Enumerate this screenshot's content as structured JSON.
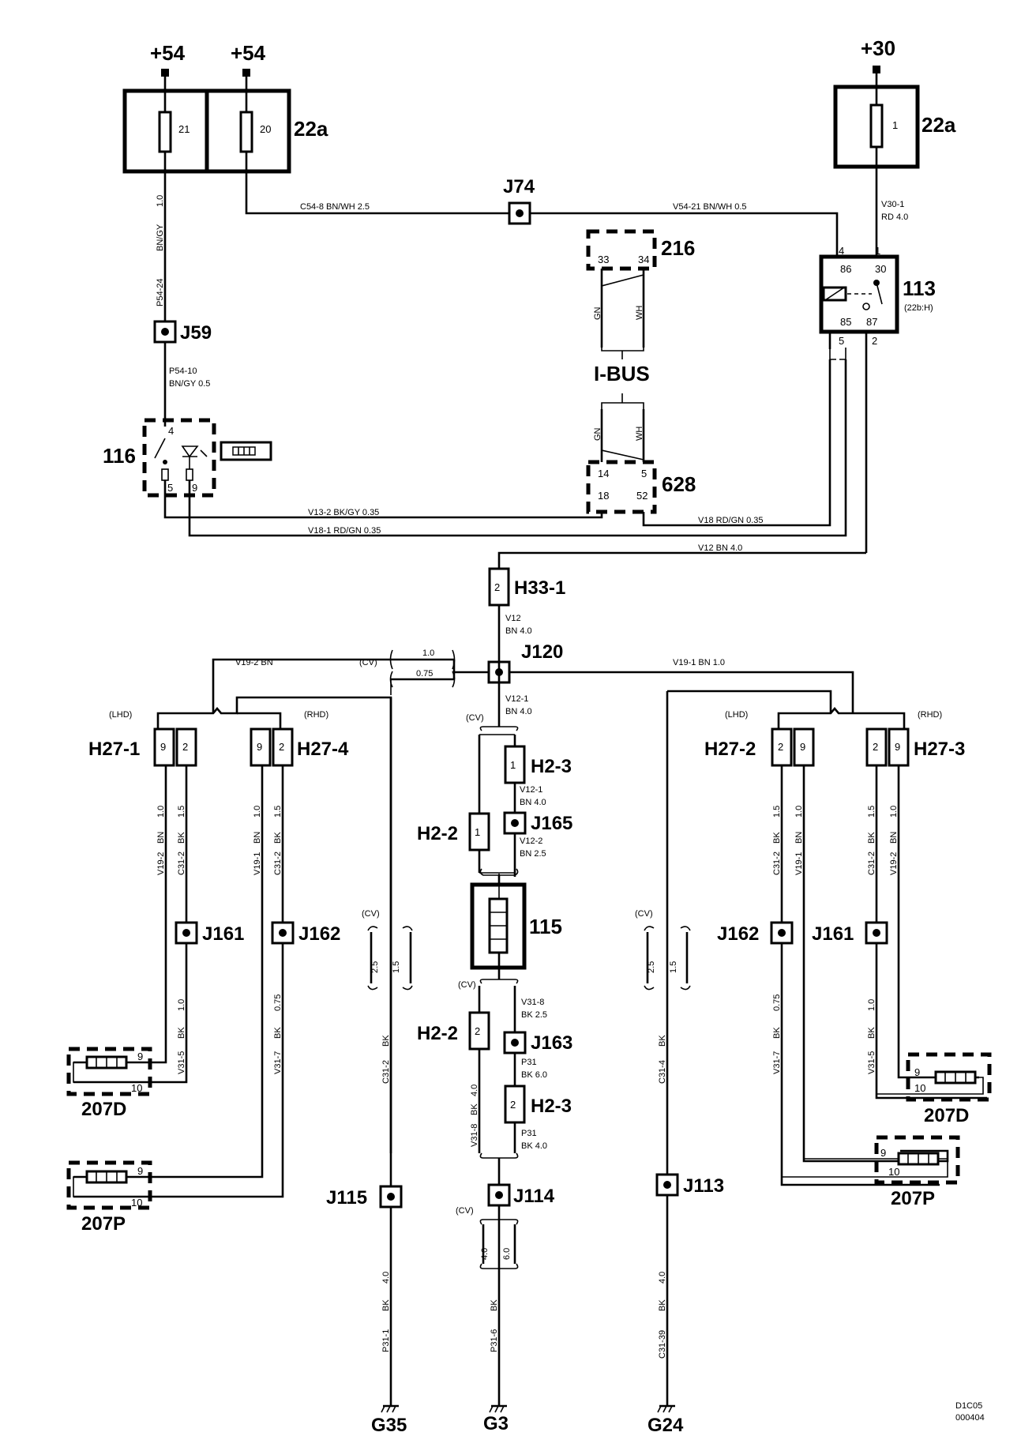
{
  "supplies": {
    "left_a": "+54",
    "left_b": "+54",
    "right": "+30"
  },
  "fuse_boxes": {
    "left": {
      "label": "22a",
      "fuse_a": "21",
      "fuse_b": "20"
    },
    "right": {
      "label": "22a",
      "fuse": "1"
    }
  },
  "junctions": {
    "j74": "J74",
    "j59": "J59",
    "j120": "J120",
    "j165": "J165",
    "j163": "J163",
    "j114": "J114",
    "j115": "J115",
    "j113": "J113",
    "j161_left": "J161",
    "j162_left": "J162",
    "j162_right": "J162",
    "j161_right": "J161"
  },
  "components": {
    "relay": {
      "label": "113",
      "sub": "(22b:H)",
      "p86": "86",
      "p30": "30",
      "p85": "85",
      "p87": "87",
      "t4": "4",
      "t1": "1",
      "t5": "5",
      "t2": "2"
    },
    "ibus_top": {
      "label": "216",
      "p33": "33",
      "p34": "34"
    },
    "ibus_bot": {
      "label": "628",
      "p14": "14",
      "p5": "5",
      "p18": "18",
      "p52": "52"
    },
    "ibus_label": "I-BUS",
    "sw116": {
      "label": "116",
      "p4": "4",
      "p5": "5",
      "p9": "9"
    },
    "heater115": "115",
    "h33": {
      "label": "H33-1",
      "pin": "2"
    },
    "h2_3a": {
      "label": "H2-3",
      "pin": "1"
    },
    "h2_2a": {
      "label": "H2-2",
      "pin": "1"
    },
    "h2_2b": {
      "label": "H2-2",
      "pin": "2"
    },
    "h2_3b": {
      "label": "H2-3",
      "pin": "2"
    },
    "h27_1": {
      "label": "H27-1",
      "a": "9",
      "b": "2"
    },
    "h27_4": {
      "label": "H27-4",
      "a": "9",
      "b": "2"
    },
    "h27_2": {
      "label": "H27-2",
      "a": "2",
      "b": "9"
    },
    "h27_3": {
      "label": "H27-3",
      "a": "2",
      "b": "9"
    },
    "lhd": "(LHD)",
    "rhd": "(RHD)",
    "s207d_l": {
      "label": "207D",
      "p9": "9",
      "p10": "10"
    },
    "s207p_l": {
      "label": "207P",
      "p9": "9",
      "p10": "10"
    },
    "s207d_r": {
      "label": "207D",
      "p9": "9",
      "p10": "10"
    },
    "s207p_r": {
      "label": "207P",
      "p9": "9",
      "p10": "10"
    }
  },
  "grounds": {
    "g35": "G35",
    "g3": "G3",
    "g24": "G24"
  },
  "wires": {
    "c54_8": "C54-8   BN/WH   2.5",
    "v54_21": "V54-21   BN/WH   0.5",
    "v30_1": "V30-1",
    "v30_1b": "RD   4.0",
    "p54_24": "P54-24",
    "bngy": "BN/GY",
    "w10": "1.0",
    "p54_10": "P54-10",
    "p54_10b": "BN/GY   0.5",
    "ibus_gn": "GN",
    "ibus_wh": "WH",
    "v13_2": "V13-2   BK/GY   0.35",
    "v18_1": "V18-1   RD/GN   0.35",
    "v18": "V18   RD/GN   0.35",
    "v12": "V12   BN   4.0",
    "v12_a": "V12",
    "v12_b": "BN   4.0",
    "v19_2": "V19-2   BN",
    "cv": "(CV)",
    "w10b": "1.0",
    "w075": "0.75",
    "v19_1": "V19-1   BN   1.0",
    "v12_1": "V12-1",
    "v12_1b": "BN   4.0",
    "v12_1c": "V12-1",
    "v12_1d": "BN   4.0",
    "v12_2": "V12-2",
    "v12_2b": "BN   2.5",
    "v31_8": "V31-8",
    "v31_8b": "BK   2.5",
    "p31a": "P31",
    "p31ab": "BK   6.0",
    "p31b": "P31",
    "p31bb": "BK   4.0",
    "l_v19_2": "V19-2",
    "l_bn": "BN",
    "l_10": "1.0",
    "l_c31_2": "C31-2",
    "l_bk": "BK",
    "l_15": "1.5",
    "l_v19_1": "V19-1",
    "l_c31_2b": "C31-2",
    "g35_25": "2.5",
    "g35_15": "1.5",
    "c31_2": "C31-2",
    "bk": "BK",
    "v31_5": "V31-5",
    "v31_7": "V31-7",
    "w075b": "0.75",
    "p31_1": "P31-1",
    "w40": "4.0",
    "p31_6": "P31-6",
    "w40b": "4.0",
    "w60": "6.0",
    "v31_8c": "V31-8",
    "c31_4": "C31-4",
    "c31_39": "C31-39",
    "r_c31_2": "C31-2",
    "r_v19_1": "V19-1",
    "r_v19_2": "V19-2",
    "r_15": "1.5",
    "r_10": "1.0"
  },
  "code": {
    "line1": "D1C05",
    "line2": "000404"
  }
}
